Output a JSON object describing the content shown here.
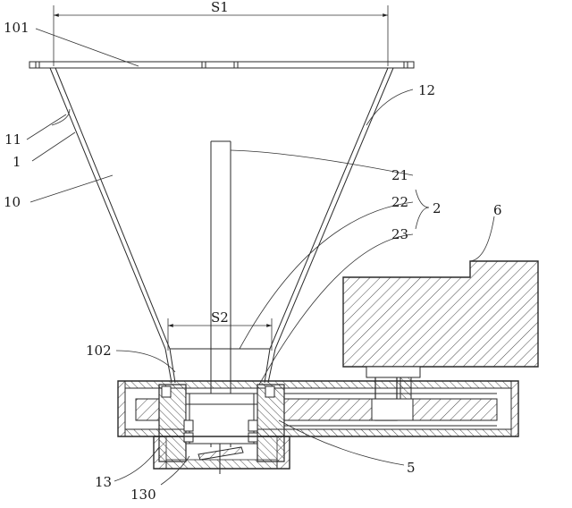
{
  "dimensions": {
    "s1": "S1",
    "s2": "S2"
  },
  "labels": {
    "l101": "101",
    "l11": "11",
    "l1": "1",
    "l10": "10",
    "l12": "12",
    "l21": "21",
    "l22": "22",
    "l23": "23",
    "l2": "2",
    "l6": "6",
    "l102": "102",
    "l5": "5",
    "l13": "13",
    "l130": "130"
  }
}
